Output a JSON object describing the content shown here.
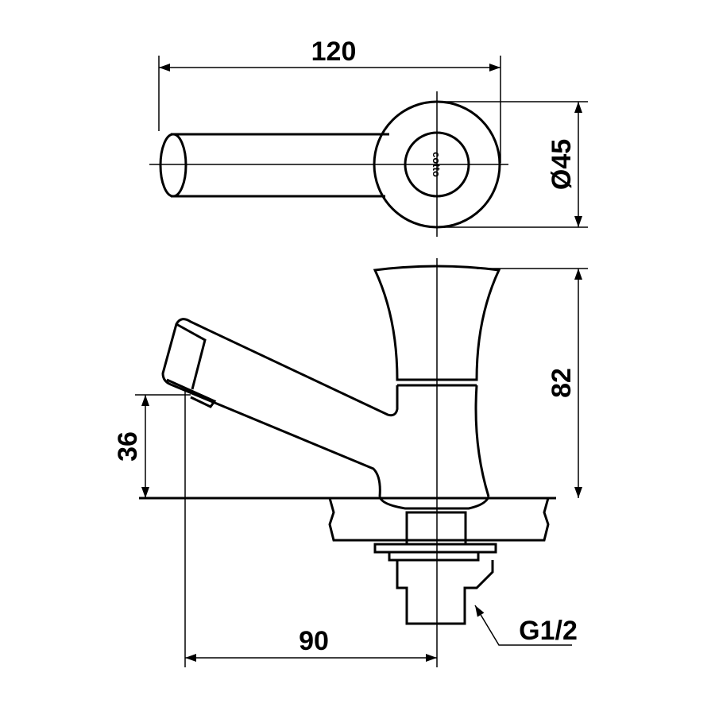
{
  "dimensions": {
    "top_length": "120",
    "diameter": "Ø45",
    "height": "82",
    "spout_height": "36",
    "spout_reach": "90",
    "thread": "G1/2"
  },
  "logo": "cotto"
}
